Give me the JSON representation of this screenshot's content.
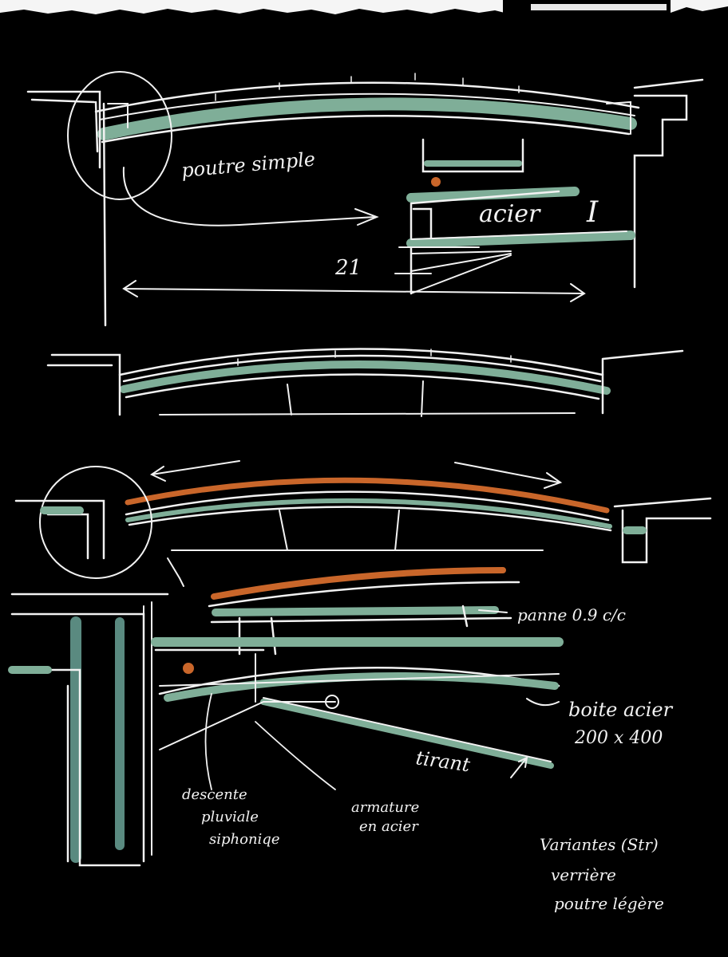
{
  "sketch": {
    "colors": {
      "background": "#000000",
      "chalk": "#f2f2f2",
      "green_wash": "#7fae98",
      "orange_wash": "#c9662a",
      "paper_edge": "#f5f5f5"
    },
    "top_section": {
      "note_beam": "poutre simple",
      "note_steel": "acier",
      "note_profile": "I",
      "note_dimension": "21"
    },
    "bottom_section": {
      "note_purlin": "panne 0.9 c/c",
      "note_box": "boite acier",
      "note_box_size": "200 x 400",
      "note_tie": "tirant",
      "note_drain": [
        "descente",
        "pluviale",
        "siphoniqe"
      ],
      "note_frame": [
        "armature",
        "en acier"
      ],
      "note_variants": [
        "Variantes (Str)",
        "verrière",
        "poutre légère"
      ]
    }
  }
}
